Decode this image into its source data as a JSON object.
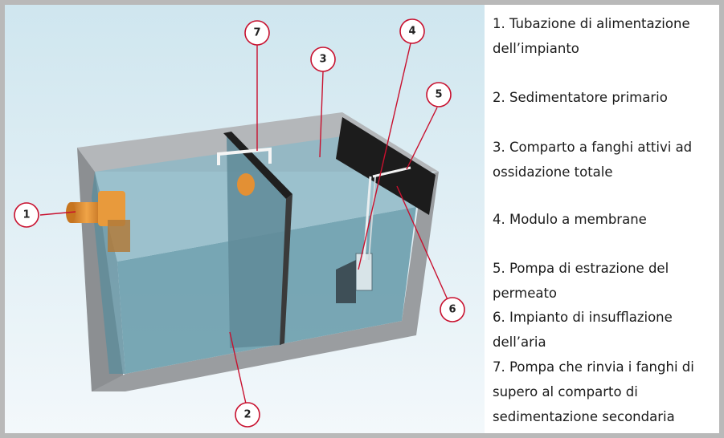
{
  "callouts": [
    "1",
    "2",
    "3",
    "4",
    "5",
    "6",
    "7"
  ],
  "legend": [
    "1. Tubazione di alimentazione\ndell’impianto",
    "2. Sedimentatore primario",
    "3. Comparto a fanghi attivi ad\nossidazione totale",
    "4. Modulo a membrane",
    "5. Pompa di estrazione del permeato",
    "6. Impianto di insufflazione dell’aria",
    "7. Pompa che rinvia i fanghi di\nsupero al comparto di\nsedimentazione secondaria"
  ],
  "colors": {
    "frame": "#b9b9b9",
    "concrete": "#a2a5a8",
    "water": "#6e9fae",
    "pipe": "#d98a2b",
    "callout_ring": "#c8102e"
  }
}
